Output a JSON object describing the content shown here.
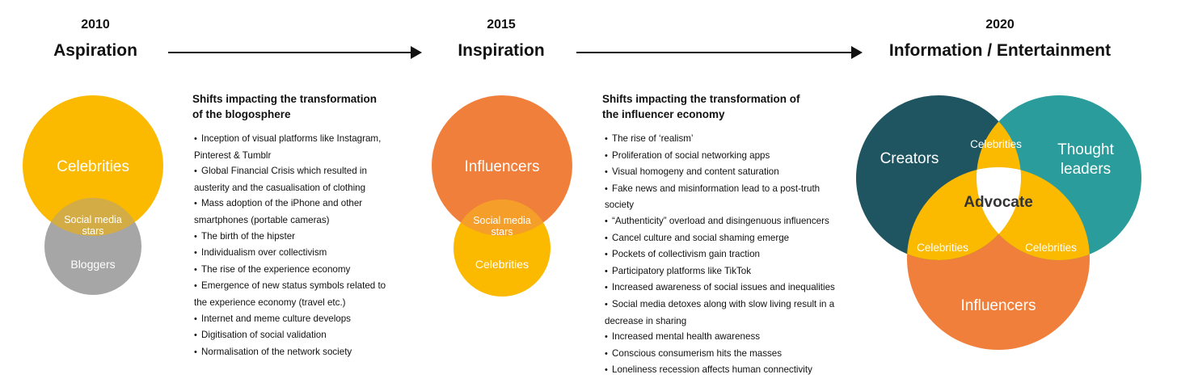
{
  "stages": [
    {
      "year": "2010",
      "label": "Aspiration"
    },
    {
      "year": "2015",
      "label": "Inspiration"
    },
    {
      "year": "2020",
      "label": "Information / Entertainment"
    }
  ],
  "shifts": [
    {
      "title_lines": [
        "Shifts impacting the transformation",
        "of the blogosphere"
      ],
      "bullets": [
        "Inception of visual platforms like Instagram, Pinterest & Tumblr",
        "Global Financial Crisis which resulted in austerity and the casualisation of clothing",
        "Mass adoption of the iPhone and other smartphones (portable cameras)",
        "The birth of the hipster",
        "Individualism over collectivism",
        "The rise of the experience economy",
        "Emergence of new status symbols related to the experience economy (travel etc.)",
        "Internet and meme culture develops",
        "Digitisation of social validation",
        "Normalisation of the network society"
      ]
    },
    {
      "title_lines": [
        "Shifts impacting the transformation of",
        "the influencer economy"
      ],
      "bullets": [
        "The rise of ‘realism’",
        "Proliferation of social networking apps",
        "Visual homogeny and content saturation",
        "Fake news and misinformation lead to a post-truth society",
        "“Authenticity” overload and disingenuous influencers",
        "Cancel culture and social shaming emerge",
        "Pockets of collectivism gain traction",
        "Participatory platforms like TikTok",
        "Increased awareness of social issues and inequalities",
        "Social media detoxes along with slow living result in a decrease in sharing",
        "Increased mental health awareness",
        "Conscious consumerism hits the masses",
        "Loneliness recession affects human connectivity"
      ]
    }
  ],
  "venn2010": {
    "top": "Celebrities",
    "overlap_lines": [
      "Social media",
      "stars"
    ],
    "bottom": "Bloggers"
  },
  "venn2015": {
    "top": "Influencers",
    "overlap_lines": [
      "Social media",
      "stars"
    ],
    "bottom": "Celebrities"
  },
  "venn2020": {
    "left": "Creators",
    "right_lines": [
      "Thought",
      "leaders"
    ],
    "bottom": "Influencers",
    "center": "Advocate",
    "overlap_top": "Celebrities",
    "overlap_left": "Celebrities",
    "overlap_right": "Celebrities"
  },
  "colors": {
    "yellow": "#fbb900",
    "gray": "#a6a6a6",
    "orange": "#f07f3c",
    "dark_teal": "#1f5561",
    "teal": "#2a9c9c",
    "overlap_2010": "#d3ac45",
    "overlap_2015": "#f59e2a",
    "arrow": "#111111"
  }
}
